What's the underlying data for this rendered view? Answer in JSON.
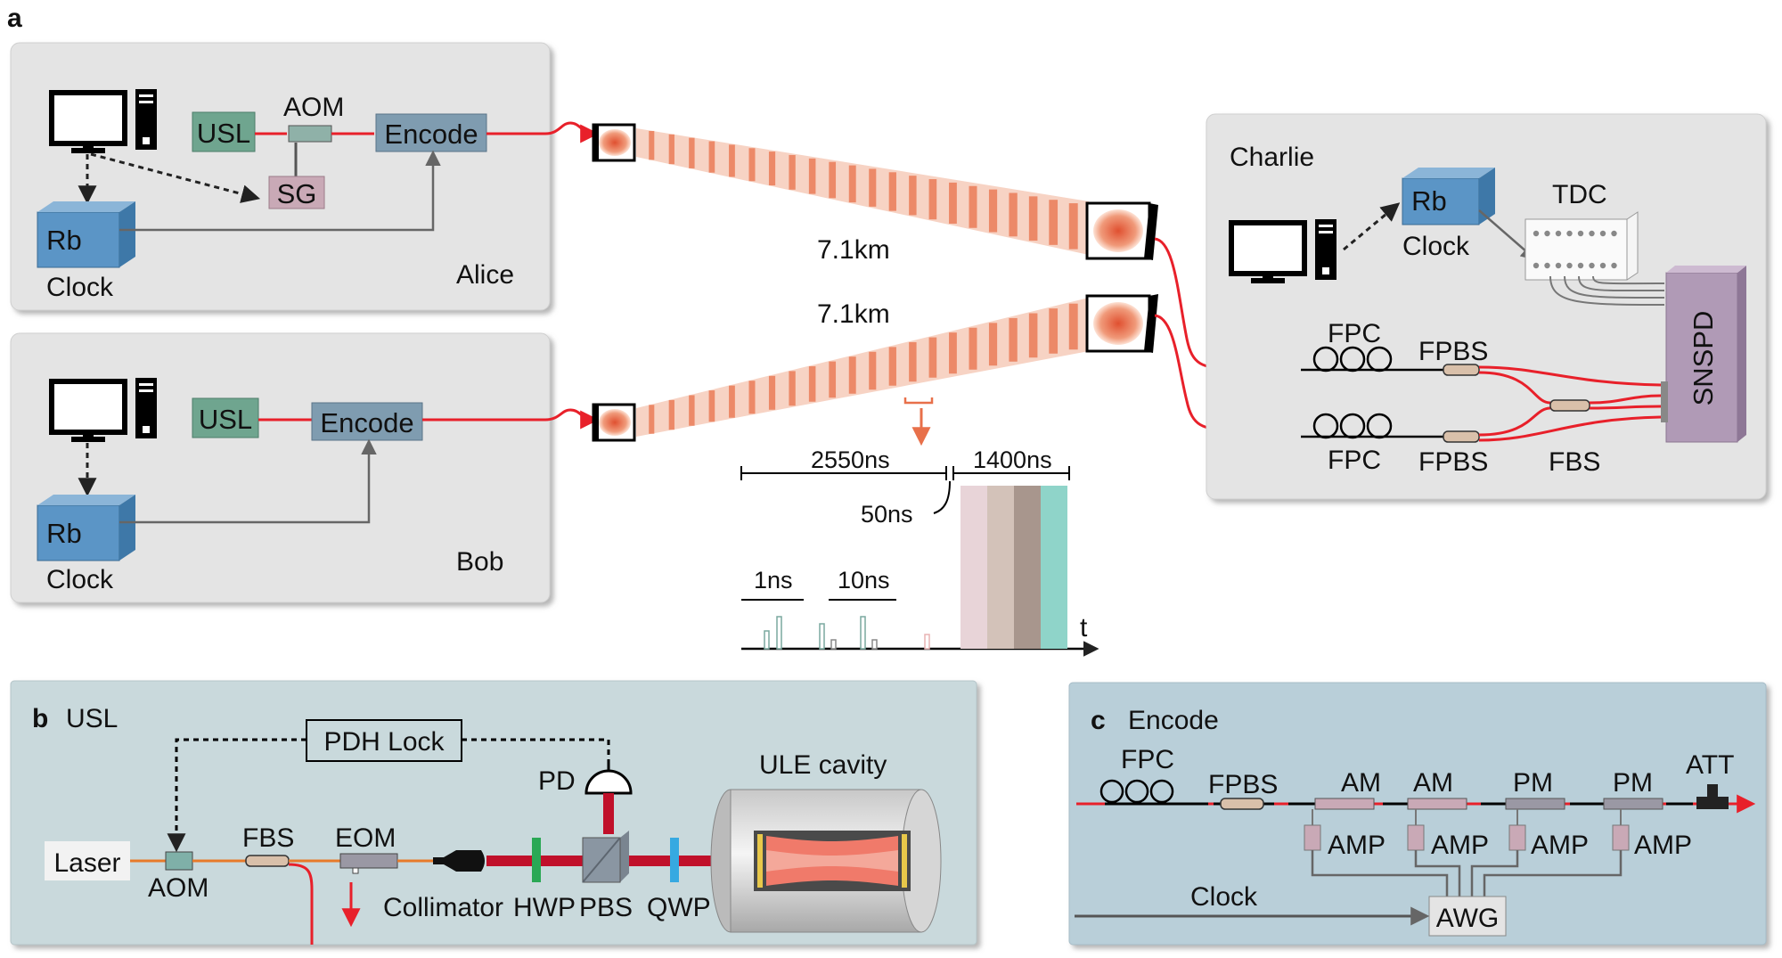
{
  "panel_a": {
    "letter": "a",
    "alice": {
      "name": "Alice",
      "usl": "USL",
      "aom": "AOM",
      "encode": "Encode",
      "sg": "SG",
      "rb": "Rb",
      "clock": "Clock"
    },
    "bob": {
      "name": "Bob",
      "usl": "USL",
      "encode": "Encode",
      "rb": "Rb",
      "clock": "Clock"
    },
    "charlie": {
      "name": "Charlie",
      "rb": "Rb",
      "clock": "Clock",
      "tdc": "TDC",
      "snspd": "SNSPD",
      "fpc_top": "FPC",
      "fpc_bottom": "FPC",
      "fpbs_top": "FPBS",
      "fpbs_bottom": "FPBS",
      "fbs": "FBS"
    },
    "link_top_distance": "7.1km",
    "link_bottom_distance": "7.1km",
    "timing": {
      "t2550": "2550ns",
      "t1400": "1400ns",
      "t50": "50ns",
      "t1": "1ns",
      "t10": "10ns",
      "axis": "t"
    }
  },
  "panel_b": {
    "letter": "b",
    "title": "USL",
    "labels": {
      "pdh": "PDH Lock",
      "pd": "PD",
      "ule": "ULE cavity",
      "laser": "Laser",
      "aom": "AOM",
      "fbs": "FBS",
      "eom": "EOM",
      "collimator": "Collimator",
      "hwp": "HWP",
      "pbs": "PBS",
      "qwp": "QWP"
    }
  },
  "panel_c": {
    "letter": "c",
    "title": "Encode",
    "labels": {
      "fpc": "FPC",
      "fpbs": "FPBS",
      "am1": "AM",
      "am2": "AM",
      "pm1": "PM",
      "pm2": "PM",
      "att": "ATT",
      "amp1": "AMP",
      "amp2": "AMP",
      "amp3": "AMP",
      "amp4": "AMP",
      "clock": "Clock",
      "awg": "AWG"
    }
  },
  "colors": {
    "fiber": "#e8202a",
    "panel_gray": "#e4e4e4",
    "panel_teal": "#c9d9dc",
    "panel_blue": "#b9cfd9",
    "usl_green": "#6fa58f",
    "encode_blue": "#7f9cb0",
    "sg_pink": "#c9a9b6",
    "rb_blue": "#5b95c6",
    "snspd_purple": "#b09ab6",
    "pulse_1": "#e8d4d8",
    "pulse_2": "#d3c2b9",
    "pulse_3": "#a8968d",
    "pulse_4": "#8fd4c9"
  }
}
